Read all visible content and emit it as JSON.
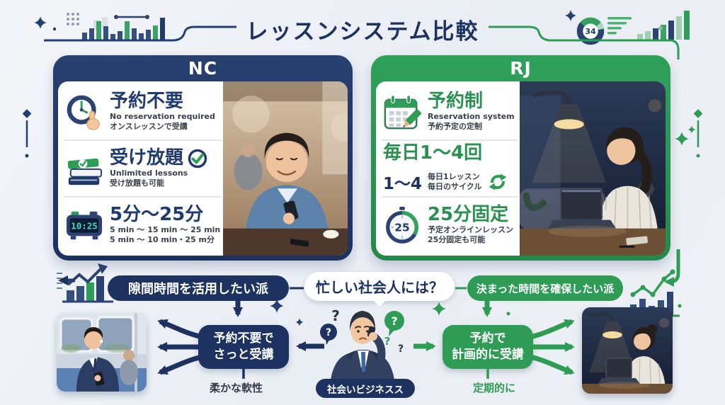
{
  "title": "レッスンシステム比較",
  "deco": {
    "donut_value": "34"
  },
  "cards": {
    "nc": {
      "header": "NC",
      "f1": {
        "title": "予約不要",
        "sub1": "No reservation required",
        "sub2": "オンスレッスンで受講"
      },
      "f2": {
        "title": "受け放題",
        "sub1": "Unlimited lessons",
        "sub2": "受け放題も可能"
      },
      "f3": {
        "title": "5分〜25分",
        "sub1": "5 min 〜 15 min 〜 25 min",
        "sub2": "5 min 〜 10 min・25 m分",
        "clock": "10:25"
      }
    },
    "rj": {
      "header": "RJ",
      "f1": {
        "title": "予約制",
        "sub1": "Reservation system",
        "sub2": "予約予定の定制"
      },
      "f2": {
        "title": "毎日1〜4回",
        "big": "1〜4",
        "sub1": "毎日1レッスン",
        "sub2": "毎日のサイクル"
      },
      "f3": {
        "title": "25分固定",
        "sub1": "予定オンラインレッスン",
        "sub2": "25分固定も可能",
        "timer": "25"
      }
    }
  },
  "flow": {
    "left_tag": "隙間時間を活用したい派",
    "question": "忙しい社会人には？",
    "right_tag": "決まった時間を確保したい派",
    "left_box": {
      "line1": "予約不要で",
      "line2": "さっと受講"
    },
    "right_box": {
      "line1": "予約で",
      "line2": "計画的に受講"
    },
    "left_caption": "柔かな軟性",
    "center_caption": "社会いビジネスス",
    "right_caption": "定期的に"
  },
  "misc": {
    "qmark": "?"
  },
  "colors": {
    "navy": "#1d3260",
    "green": "#2e9c55"
  }
}
